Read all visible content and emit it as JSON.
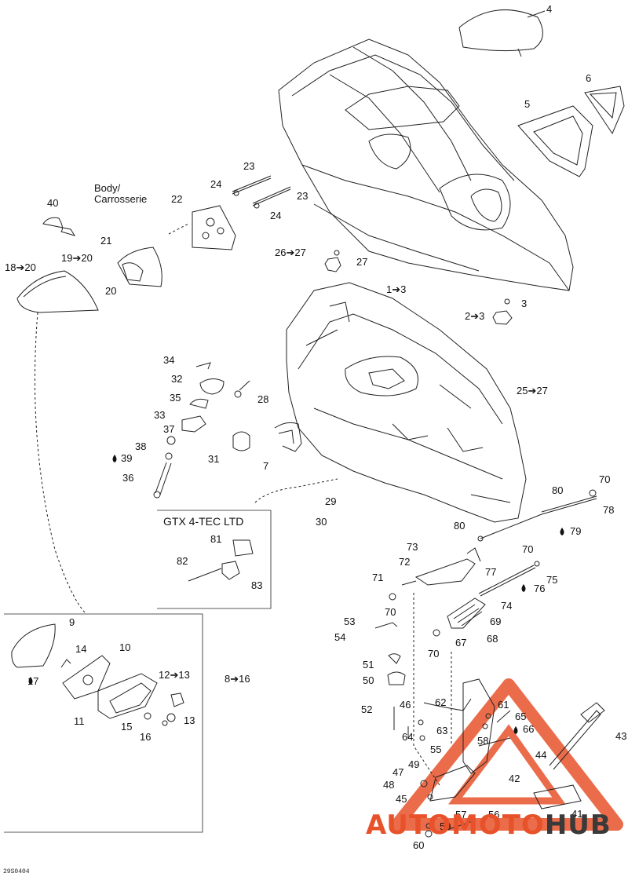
{
  "diagram": {
    "body_label": "Body/\nCarrosserie",
    "model_label": "GTX 4-TEC LTD",
    "drawing_code": "29S0404",
    "labels": [
      "4",
      "6",
      "5",
      "23",
      "24",
      "23",
      "24",
      "22",
      "40",
      "21",
      "19➔20",
      "18➔20",
      "20",
      "26➔27",
      "27",
      "1➔3",
      "3",
      "2➔3",
      "34",
      "32",
      "35",
      "33",
      "37",
      "28",
      "31",
      "7",
      "25➔27",
      "38",
      "39",
      "36",
      "29",
      "30",
      "70",
      "80",
      "78",
      "80",
      "79",
      "73",
      "72",
      "77",
      "70",
      "71",
      "75",
      "76",
      "70",
      "74",
      "69",
      "53",
      "54",
      "67",
      "68",
      "70",
      "51",
      "50",
      "52",
      "46",
      "62",
      "61",
      "65",
      "63",
      "64",
      "66",
      "58",
      "55",
      "44",
      "43",
      "49",
      "47",
      "48",
      "42",
      "45",
      "57",
      "56",
      "59",
      "41",
      "60",
      "81",
      "82",
      "83",
      "9",
      "14",
      "10",
      "17",
      "12➔13",
      "8➔16",
      "11",
      "15",
      "13",
      "16"
    ]
  },
  "watermark": {
    "text_auto": "AUTO",
    "text_moto": "MOTO",
    "text_hub": "HUB",
    "color_main": "#e8522a",
    "color_hub": "#3a3a3a",
    "triangle_color": "#e8522a"
  },
  "icons": {
    "droplet": "droplet-icon",
    "arrow": "arrow-right-icon"
  }
}
